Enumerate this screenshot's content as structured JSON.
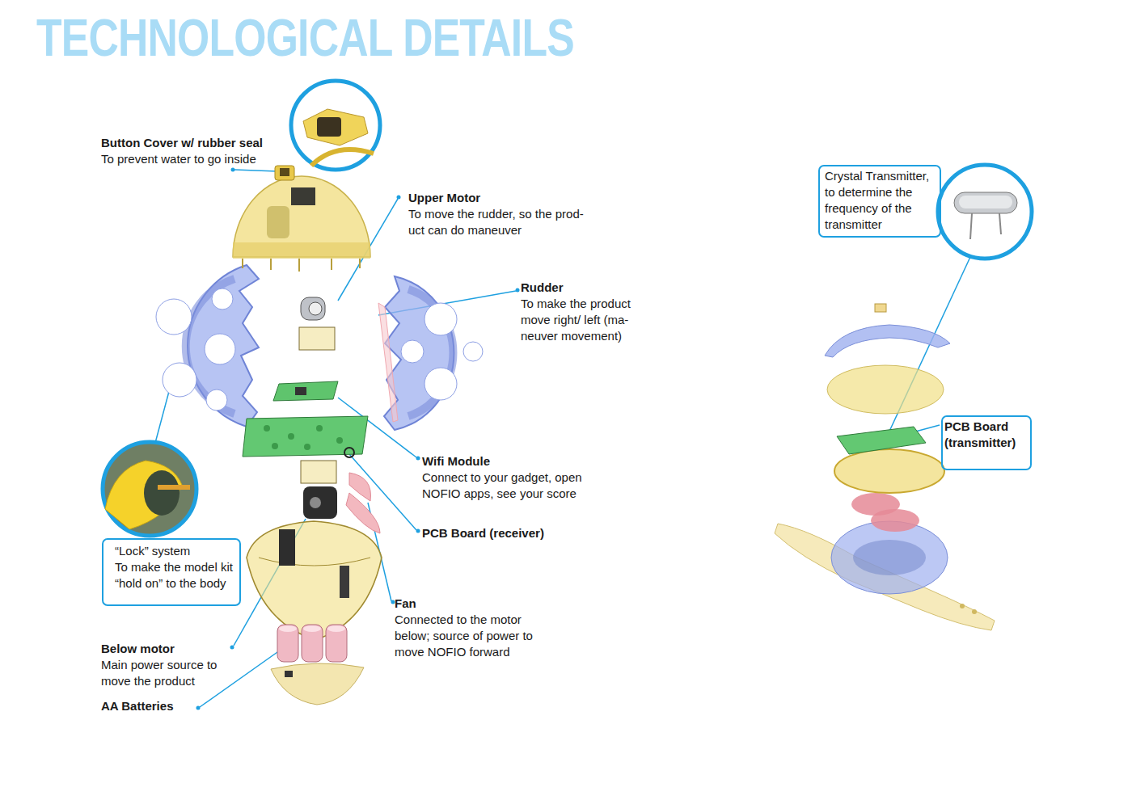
{
  "diagram": {
    "title": "TECHNOLOGICAL DETAILS",
    "nodes": [
      {
        "text": [
          "“Lock” system",
          "To make the model kit “hold on” to the body"
        ]
      },
      {
        "text": [
          "Crystal Transmitter, to determine the frequency of the transmitter"
        ]
      },
      {
        "text": [
          "PCB Board (transmitter)"
        ]
      }
    ],
    "labels": [
      "Button Cover w/ rubber seal",
      "To prevent water to go inside",
      "Upper Motor",
      "To move the rudder, so the prod- uct can do maneuver",
      "Rudder",
      "To make the product move right/ left (ma- neuver movement)",
      "Wifi Module",
      "Connect to your gadget, open NOFIO apps, see your score",
      "PCB Board (receiver)",
      "Fan",
      "Connected to the motor below; source of power to move NOFIO forward",
      "Below motor",
      "Main power source to move the product",
      "AA Batteries"
    ]
  }
}
